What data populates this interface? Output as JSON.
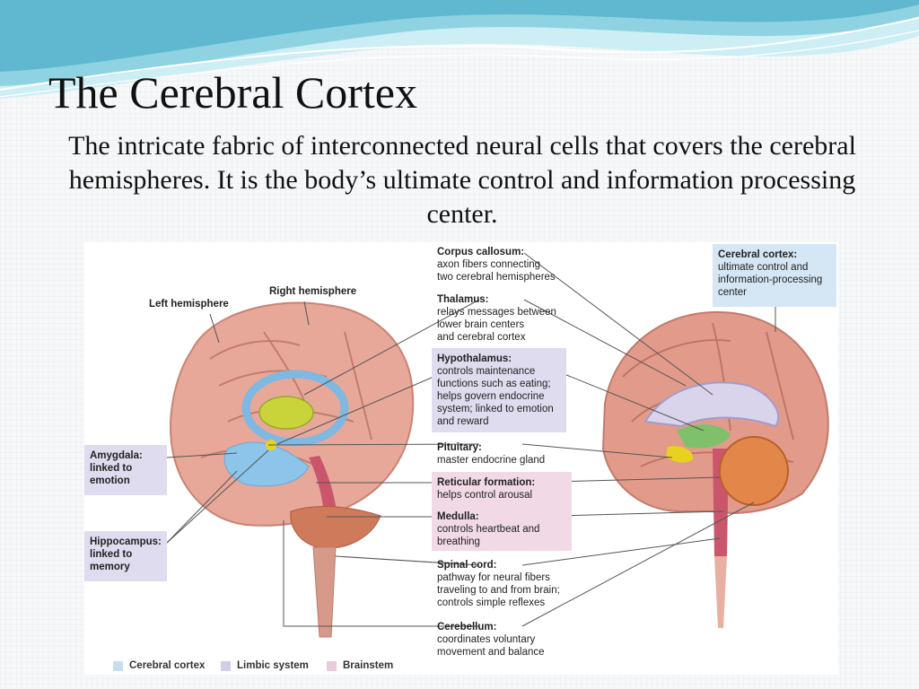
{
  "slide": {
    "title": "The Cerebral Cortex",
    "subtitle": "The intricate fabric of interconnected neural cells that covers the cerebral hemispheres. It is the body’s ultimate control and information processing center."
  },
  "diagram": {
    "left_hemisphere": "Left hemisphere",
    "right_hemisphere": "Right hemisphere",
    "corpus_callosum": {
      "name": "Corpus callosum:",
      "desc1": "axon fibers connecting",
      "desc2": "two cerebral hemispheres"
    },
    "thalamus": {
      "name": "Thalamus:",
      "desc1": "relays messages between",
      "desc2": "lower brain centers",
      "desc3": "and cerebral cortex"
    },
    "hypothalamus": {
      "name": "Hypothalamus:",
      "desc1": "controls maintenance",
      "desc2": "functions such as eating;",
      "desc3": "helps govern endocrine",
      "desc4": "system; linked to emotion",
      "desc5": "and reward"
    },
    "pituitary": {
      "name": "Pituitary:",
      "desc1": "master endocrine gland"
    },
    "reticular": {
      "name": "Reticular formation:",
      "desc1": "helps control arousal"
    },
    "medulla": {
      "name": "Medulla:",
      "desc1": "controls heartbeat and",
      "desc2": "breathing"
    },
    "spinal_cord": {
      "name": "Spinal cord:",
      "desc1": "pathway for neural fibers",
      "desc2": "traveling to and from brain;",
      "desc3": "controls simple reflexes"
    },
    "cerebellum": {
      "name": "Cerebellum:",
      "desc1": "coordinates voluntary",
      "desc2": "movement and balance"
    },
    "cerebral_cortex": {
      "name": "Cerebral cortex:",
      "desc1": "ultimate control and",
      "desc2": "information-processing",
      "desc3": "center"
    },
    "amygdala": {
      "name": "Amygdala:",
      "desc1": "linked to",
      "desc2": "emotion"
    },
    "hippocampus": {
      "name": "Hippocampus:",
      "desc1": "linked to",
      "desc2": "memory"
    }
  },
  "legend": [
    {
      "label": "Cerebral cortex",
      "color": "#c9ddf0"
    },
    {
      "label": "Limbic system",
      "color": "#d3cde6"
    },
    {
      "label": "Brainstem",
      "color": "#ebc8da"
    }
  ],
  "colors": {
    "wave_dark": "#5fb8cf",
    "wave_light": "#bfe6ef"
  }
}
